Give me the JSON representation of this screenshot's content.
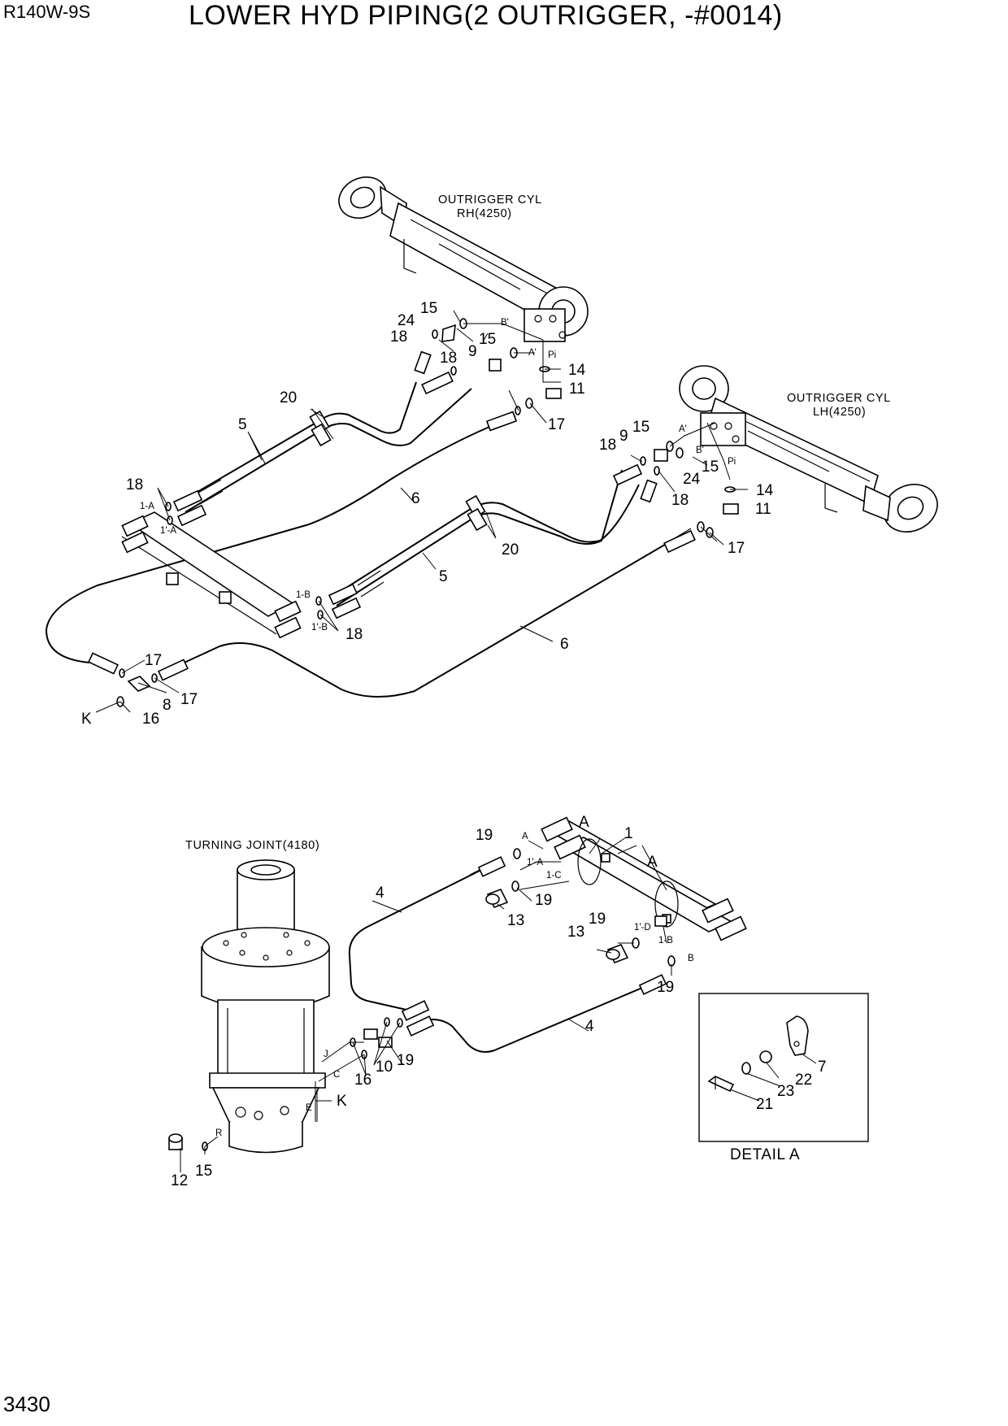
{
  "header": {
    "model": "R140W-9S",
    "title": "LOWER HYD PIPING(2 OUTRIGGER, -#0014)"
  },
  "footer": {
    "page_number": "3430"
  },
  "components": {
    "rh_cylinder_line1": "OUTRIGGER CYL",
    "rh_cylinder_line2": "RH(4250)",
    "lh_cylinder_line1": "OUTRIGGER CYL",
    "lh_cylinder_line2": "LH(4250)",
    "turning_joint": "TURNING JOINT(4180)",
    "detail_caption": "DETAIL A"
  },
  "callouts": {
    "rh_15": "15",
    "rh_24": "24",
    "rh_18a": "18",
    "rh_9": "9",
    "rh_15b": "15",
    "rh_18b": "18",
    "rh_14": "14",
    "rh_11": "11",
    "rh_17": "17",
    "t_20": "20",
    "t_5": "5",
    "t_6": "6",
    "t_18": "18",
    "lh_15": "15",
    "lh_9": "9",
    "lh_18a": "18",
    "lh_15b": "15",
    "lh_24": "24",
    "lh_18b": "18",
    "lh_14": "14",
    "lh_11": "11",
    "lh_17": "17",
    "m_20": "20",
    "m_5": "5",
    "m_18": "18",
    "m_6": "6",
    "k_17a": "17",
    "k_8": "8",
    "k_17b": "17",
    "k_16": "16",
    "k_K": "K",
    "b_19a": "19",
    "b_A1": "A",
    "b_1": "1",
    "b_A2": "A",
    "b_4a": "4",
    "b_19b": "19",
    "b_13a": "13",
    "b_13b": "13",
    "b_19c": "19",
    "b_19d": "19",
    "b_4b": "4",
    "b_16": "16",
    "b_10": "10",
    "b_19e": "19",
    "b_K": "K",
    "b_12": "12",
    "b_15": "15",
    "d_7": "7",
    "d_22": "22",
    "d_23": "23",
    "d_21": "21"
  },
  "port_labels": {
    "rh_B": "B'",
    "rh_A": "A'",
    "rh_Pi": "Pi",
    "lh_A": "A'",
    "lh_B": "B'",
    "lh_Pi": "Pi",
    "v1A": "1-A",
    "v1pA": "1'-A",
    "v1B": "1-B",
    "v1pB": "1'-B",
    "bA": "A",
    "b1pA": "1'-A",
    "b1C": "1-C",
    "b1pD": "1'-D",
    "b1B": "1-B",
    "bB": "B",
    "tjJ": "J",
    "tjC": "C",
    "tjE": "E",
    "tjR": "R"
  }
}
